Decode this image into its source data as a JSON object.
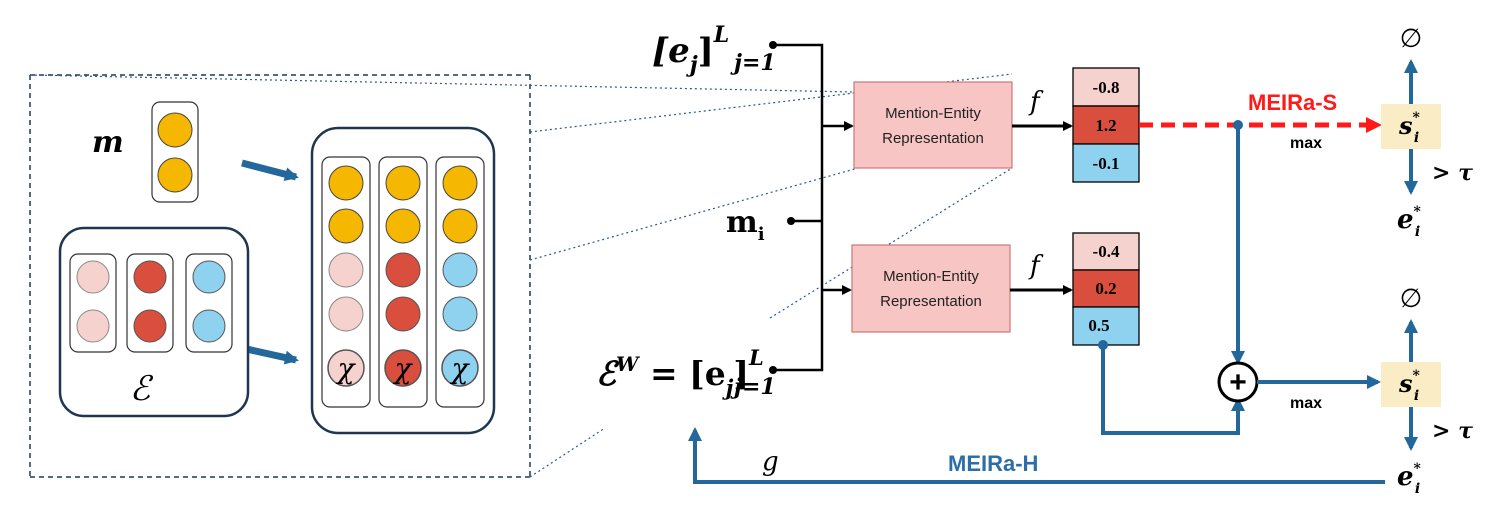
{
  "left_panel": {
    "m_label": "m",
    "entity_set_label": "ℰ",
    "chi": "χ"
  },
  "inputs": {
    "top_math_base": "[e",
    "top_math_sub_j": "j",
    "top_math_close": "]",
    "top_math_sup": "L",
    "top_math_sub": "j=1",
    "mi_base": "m",
    "mi_sub": "i",
    "ew_lhs": "ℰ",
    "ew_sup": "W",
    "ew_eq": " = [e",
    "ew_sub_j": "j",
    "ew_close": "]",
    "ew_sup2": "L",
    "ew_sub2": "j=1"
  },
  "blocks": {
    "mer_line1": "Mention-Entity",
    "mer_line2": "Representation",
    "f_label": "f",
    "g_label": "g"
  },
  "scores_top": [
    "-0.8",
    "1.2",
    "-0.1"
  ],
  "scores_bottom": [
    "-0.4",
    "0.2",
    "0.5"
  ],
  "outputs": {
    "meira_s": "MEIRa-S",
    "meira_h": "MEIRa-H",
    "max_label": "max",
    "empty_set": "∅",
    "s_base": "s",
    "s_sup": "*",
    "s_sub": "i",
    "tau_label": "> τ",
    "e_base": "e",
    "e_sup": "*",
    "e_sub": "i",
    "plus": "+"
  },
  "colors": {
    "yellow": "#f5b700",
    "red": "#d94e3c",
    "pink": "#f6d2cf",
    "blue": "#8ed2ef",
    "box_pink": "#f7c6c4",
    "score_box": "#faecc4",
    "blue_arrow": "#23679b",
    "red_arrow": "#ff1a1a",
    "meira_h": "#2e6ea6"
  }
}
